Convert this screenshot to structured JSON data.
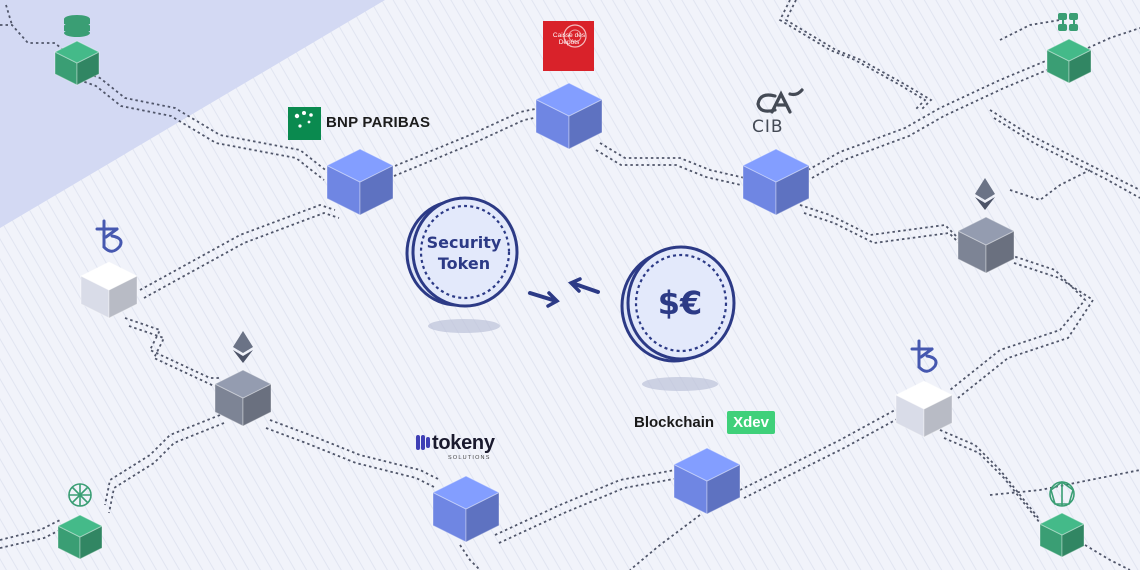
{
  "partners": {
    "bnp_paribas": "BNP PARIBAS",
    "caisse_des_depots": "Caisse des Dépôts",
    "credit_agricole": "CIB",
    "tokeny": "tokeny",
    "tokeny_sub": "SOLUTIONS",
    "blockchain": "Blockchain",
    "xdev": "Xdev"
  },
  "coins": {
    "security_token_line1": "Security",
    "security_token_line2": "Token",
    "currency": "$€"
  },
  "icons": [
    "database-icon",
    "network-icon",
    "tezos-icon",
    "ethereum-icon",
    "exchange-arrows-icon",
    "bnp-logo-icon",
    "caisse-des-depots-logo-icon",
    "credit-agricole-logo-icon",
    "tokeny-logo-icon",
    "mesh-sphere-icon"
  ],
  "colors": {
    "background": "#edf0f9",
    "blue_cube": "#6f86e3",
    "green_cube": "#3a9e74",
    "gray_cube": "#7d8495",
    "white_cube": "#d9dce8",
    "coin_outline": "#2c3a86",
    "xdev_green": "#3fd07a",
    "caisse_red": "#d9222a",
    "bnp_green": "#0a8a4f"
  }
}
